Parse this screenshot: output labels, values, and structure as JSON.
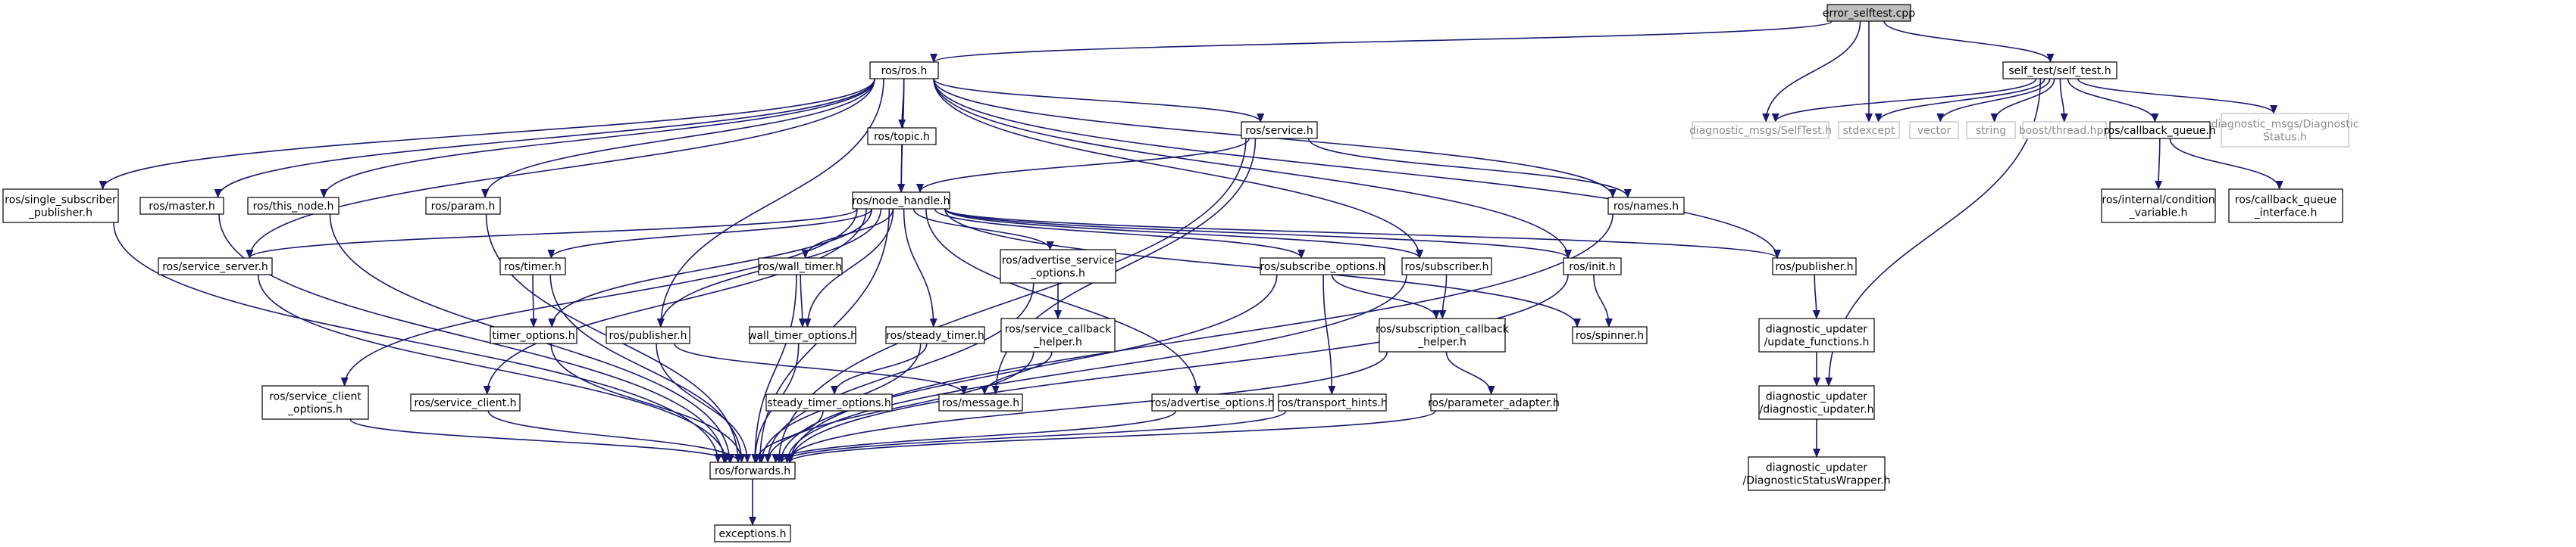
{
  "colors": {
    "edge": "#191970",
    "node_border": "#000000",
    "node_fill": "#ffffff",
    "root_fill": "#bfbfbf",
    "external_border": "#bfbfbf",
    "external_text": "#8c8c8c",
    "text": "#000000"
  },
  "nodes": [
    {
      "id": "error_selftest",
      "lines": [
        "error_selftest.cpp"
      ],
      "kind": "root"
    },
    {
      "id": "ros_ros",
      "lines": [
        "ros/ros.h"
      ],
      "kind": "local"
    },
    {
      "id": "self_test",
      "lines": [
        "self_test/self_test.h"
      ],
      "kind": "local"
    },
    {
      "id": "diag_selftest",
      "lines": [
        "diagnostic_msgs/SelfTest.h"
      ],
      "kind": "external"
    },
    {
      "id": "stdexcept",
      "lines": [
        "stdexcept"
      ],
      "kind": "external"
    },
    {
      "id": "vector",
      "lines": [
        "vector"
      ],
      "kind": "external"
    },
    {
      "id": "string",
      "lines": [
        "string"
      ],
      "kind": "external"
    },
    {
      "id": "boost_thread",
      "lines": [
        "boost/thread.hpp"
      ],
      "kind": "external"
    },
    {
      "id": "callback_queue",
      "lines": [
        "ros/callback_queue.h"
      ],
      "kind": "local"
    },
    {
      "id": "diag_status",
      "lines": [
        "diagnostic_msgs/Diagnostic",
        "Status.h"
      ],
      "kind": "external"
    },
    {
      "id": "single_sub",
      "lines": [
        "ros/single_subscriber",
        "_publisher.h"
      ],
      "kind": "local"
    },
    {
      "id": "master",
      "lines": [
        "ros/master.h"
      ],
      "kind": "local"
    },
    {
      "id": "this_node",
      "lines": [
        "ros/this_node.h"
      ],
      "kind": "local"
    },
    {
      "id": "param",
      "lines": [
        "ros/param.h"
      ],
      "kind": "local"
    },
    {
      "id": "topic",
      "lines": [
        "ros/topic.h"
      ],
      "kind": "local"
    },
    {
      "id": "service",
      "lines": [
        "ros/service.h"
      ],
      "kind": "local"
    },
    {
      "id": "names",
      "lines": [
        "ros/names.h"
      ],
      "kind": "local"
    },
    {
      "id": "node_handle",
      "lines": [
        "ros/node_handle.h"
      ],
      "kind": "local"
    },
    {
      "id": "internal_cond",
      "lines": [
        "ros/internal/condition",
        "_variable.h"
      ],
      "kind": "local"
    },
    {
      "id": "cb_queue_iface",
      "lines": [
        "ros/callback_queue",
        "_interface.h"
      ],
      "kind": "local"
    },
    {
      "id": "service_server",
      "lines": [
        "ros/service_server.h"
      ],
      "kind": "local"
    },
    {
      "id": "timer",
      "lines": [
        "ros/timer.h"
      ],
      "kind": "local"
    },
    {
      "id": "wall_timer",
      "lines": [
        "ros/wall_timer.h"
      ],
      "kind": "local"
    },
    {
      "id": "adv_service_opts",
      "lines": [
        "ros/advertise_service",
        "_options.h"
      ],
      "kind": "local"
    },
    {
      "id": "subscribe_opts",
      "lines": [
        "ros/subscribe_options.h"
      ],
      "kind": "local"
    },
    {
      "id": "subscriber",
      "lines": [
        "ros/subscriber.h"
      ],
      "kind": "local"
    },
    {
      "id": "init",
      "lines": [
        "ros/init.h"
      ],
      "kind": "local"
    },
    {
      "id": "publisher_r",
      "lines": [
        "ros/publisher.h"
      ],
      "kind": "local"
    },
    {
      "id": "service_client_opts",
      "lines": [
        "ros/service_client",
        "_options.h"
      ],
      "kind": "local"
    },
    {
      "id": "timer_options",
      "lines": [
        "timer_options.h"
      ],
      "kind": "local"
    },
    {
      "id": "publisher_l",
      "lines": [
        "ros/publisher.h"
      ],
      "kind": "local"
    },
    {
      "id": "wall_timer_options",
      "lines": [
        "wall_timer_options.h"
      ],
      "kind": "local"
    },
    {
      "id": "steady_timer",
      "lines": [
        "ros/steady_timer.h"
      ],
      "kind": "local"
    },
    {
      "id": "service_cb_helper",
      "lines": [
        "ros/service_callback",
        "_helper.h"
      ],
      "kind": "local"
    },
    {
      "id": "sub_cb_helper",
      "lines": [
        "ros/subscription_callback",
        "_helper.h"
      ],
      "kind": "local"
    },
    {
      "id": "spinner",
      "lines": [
        "ros/spinner.h"
      ],
      "kind": "local"
    },
    {
      "id": "update_functions",
      "lines": [
        "diagnostic_updater",
        "/update_functions.h"
      ],
      "kind": "local"
    },
    {
      "id": "service_client",
      "lines": [
        "ros/service_client.h"
      ],
      "kind": "local"
    },
    {
      "id": "steady_timer_options",
      "lines": [
        "steady_timer_options.h"
      ],
      "kind": "local"
    },
    {
      "id": "message",
      "lines": [
        "ros/message.h"
      ],
      "kind": "local"
    },
    {
      "id": "advertise_options",
      "lines": [
        "ros/advertise_options.h"
      ],
      "kind": "local"
    },
    {
      "id": "transport_hints",
      "lines": [
        "ros/transport_hints.h"
      ],
      "kind": "local"
    },
    {
      "id": "parameter_adapter",
      "lines": [
        "ros/parameter_adapter.h"
      ],
      "kind": "local"
    },
    {
      "id": "diag_updater",
      "lines": [
        "diagnostic_updater",
        "/diagnostic_updater.h"
      ],
      "kind": "local"
    },
    {
      "id": "forwards",
      "lines": [
        "ros/forwards.h"
      ],
      "kind": "local"
    },
    {
      "id": "diag_status_wrapper",
      "lines": [
        "diagnostic_updater",
        "/DiagnosticStatusWrapper.h"
      ],
      "kind": "local"
    },
    {
      "id": "exceptions",
      "lines": [
        "exceptions.h"
      ],
      "kind": "local"
    }
  ],
  "edges": [
    [
      "error_selftest",
      "ros_ros"
    ],
    [
      "error_selftest",
      "self_test"
    ],
    [
      "error_selftest",
      "diag_selftest"
    ],
    [
      "error_selftest",
      "stdexcept"
    ],
    [
      "self_test",
      "diag_selftest"
    ],
    [
      "self_test",
      "stdexcept"
    ],
    [
      "self_test",
      "vector"
    ],
    [
      "self_test",
      "string"
    ],
    [
      "self_test",
      "boost_thread"
    ],
    [
      "self_test",
      "callback_queue"
    ],
    [
      "self_test",
      "diag_status"
    ],
    [
      "self_test",
      "diag_updater"
    ],
    [
      "callback_queue",
      "internal_cond"
    ],
    [
      "callback_queue",
      "cb_queue_iface"
    ],
    [
      "ros_ros",
      "single_sub"
    ],
    [
      "ros_ros",
      "master"
    ],
    [
      "ros_ros",
      "this_node"
    ],
    [
      "ros_ros",
      "param"
    ],
    [
      "ros_ros",
      "topic"
    ],
    [
      "ros_ros",
      "service"
    ],
    [
      "ros_ros",
      "names"
    ],
    [
      "ros_ros",
      "node_handle"
    ],
    [
      "ros_ros",
      "service_server"
    ],
    [
      "ros_ros",
      "publisher_l"
    ],
    [
      "ros_ros",
      "subscriber"
    ],
    [
      "ros_ros",
      "init"
    ],
    [
      "ros_ros",
      "publisher_r"
    ],
    [
      "topic",
      "node_handle"
    ],
    [
      "service",
      "node_handle"
    ],
    [
      "service",
      "names"
    ],
    [
      "service",
      "message"
    ],
    [
      "service",
      "forwards"
    ],
    [
      "node_handle",
      "service_server"
    ],
    [
      "node_handle",
      "service_client_opts"
    ],
    [
      "node_handle",
      "forwards"
    ],
    [
      "node_handle",
      "service_client"
    ],
    [
      "node_handle",
      "timer_options"
    ],
    [
      "node_handle",
      "timer"
    ],
    [
      "node_handle",
      "publisher_l"
    ],
    [
      "node_handle",
      "wall_timer"
    ],
    [
      "node_handle",
      "wall_timer_options"
    ],
    [
      "node_handle",
      "steady_timer"
    ],
    [
      "node_handle",
      "adv_service_opts"
    ],
    [
      "node_handle",
      "advertise_options"
    ],
    [
      "node_handle",
      "subscribe_opts"
    ],
    [
      "node_handle",
      "subscriber"
    ],
    [
      "node_handle",
      "init"
    ],
    [
      "node_handle",
      "spinner"
    ],
    [
      "node_handle",
      "publisher_r"
    ],
    [
      "single_sub",
      "forwards"
    ],
    [
      "master",
      "forwards"
    ],
    [
      "this_node",
      "forwards"
    ],
    [
      "param",
      "forwards"
    ],
    [
      "names",
      "forwards"
    ],
    [
      "service_server",
      "forwards"
    ],
    [
      "service_client_opts",
      "forwards"
    ],
    [
      "service_client",
      "forwards"
    ],
    [
      "timer",
      "timer_options"
    ],
    [
      "timer",
      "forwards"
    ],
    [
      "timer_options",
      "forwards"
    ],
    [
      "publisher_l",
      "message"
    ],
    [
      "publisher_l",
      "forwards"
    ],
    [
      "wall_timer",
      "wall_timer_options"
    ],
    [
      "wall_timer",
      "forwards"
    ],
    [
      "wall_timer_options",
      "forwards"
    ],
    [
      "steady_timer",
      "steady_timer_options"
    ],
    [
      "steady_timer",
      "forwards"
    ],
    [
      "steady_timer_options",
      "forwards"
    ],
    [
      "adv_service_opts",
      "service_cb_helper"
    ],
    [
      "adv_service_opts",
      "forwards"
    ],
    [
      "service_cb_helper",
      "message"
    ],
    [
      "service_cb_helper",
      "forwards"
    ],
    [
      "advertise_options",
      "forwards"
    ],
    [
      "subscribe_opts",
      "transport_hints"
    ],
    [
      "subscribe_opts",
      "sub_cb_helper"
    ],
    [
      "subscribe_opts",
      "forwards"
    ],
    [
      "transport_hints",
      "forwards"
    ],
    [
      "subscriber",
      "sub_cb_helper"
    ],
    [
      "subscriber",
      "forwards"
    ],
    [
      "sub_cb_helper",
      "parameter_adapter"
    ],
    [
      "sub_cb_helper",
      "forwards"
    ],
    [
      "parameter_adapter",
      "forwards"
    ],
    [
      "init",
      "spinner"
    ],
    [
      "init",
      "forwards"
    ],
    [
      "publisher_r",
      "update_functions"
    ],
    [
      "update_functions",
      "diag_updater"
    ],
    [
      "diag_updater",
      "diag_status_wrapper"
    ],
    [
      "forwards",
      "exceptions"
    ]
  ]
}
